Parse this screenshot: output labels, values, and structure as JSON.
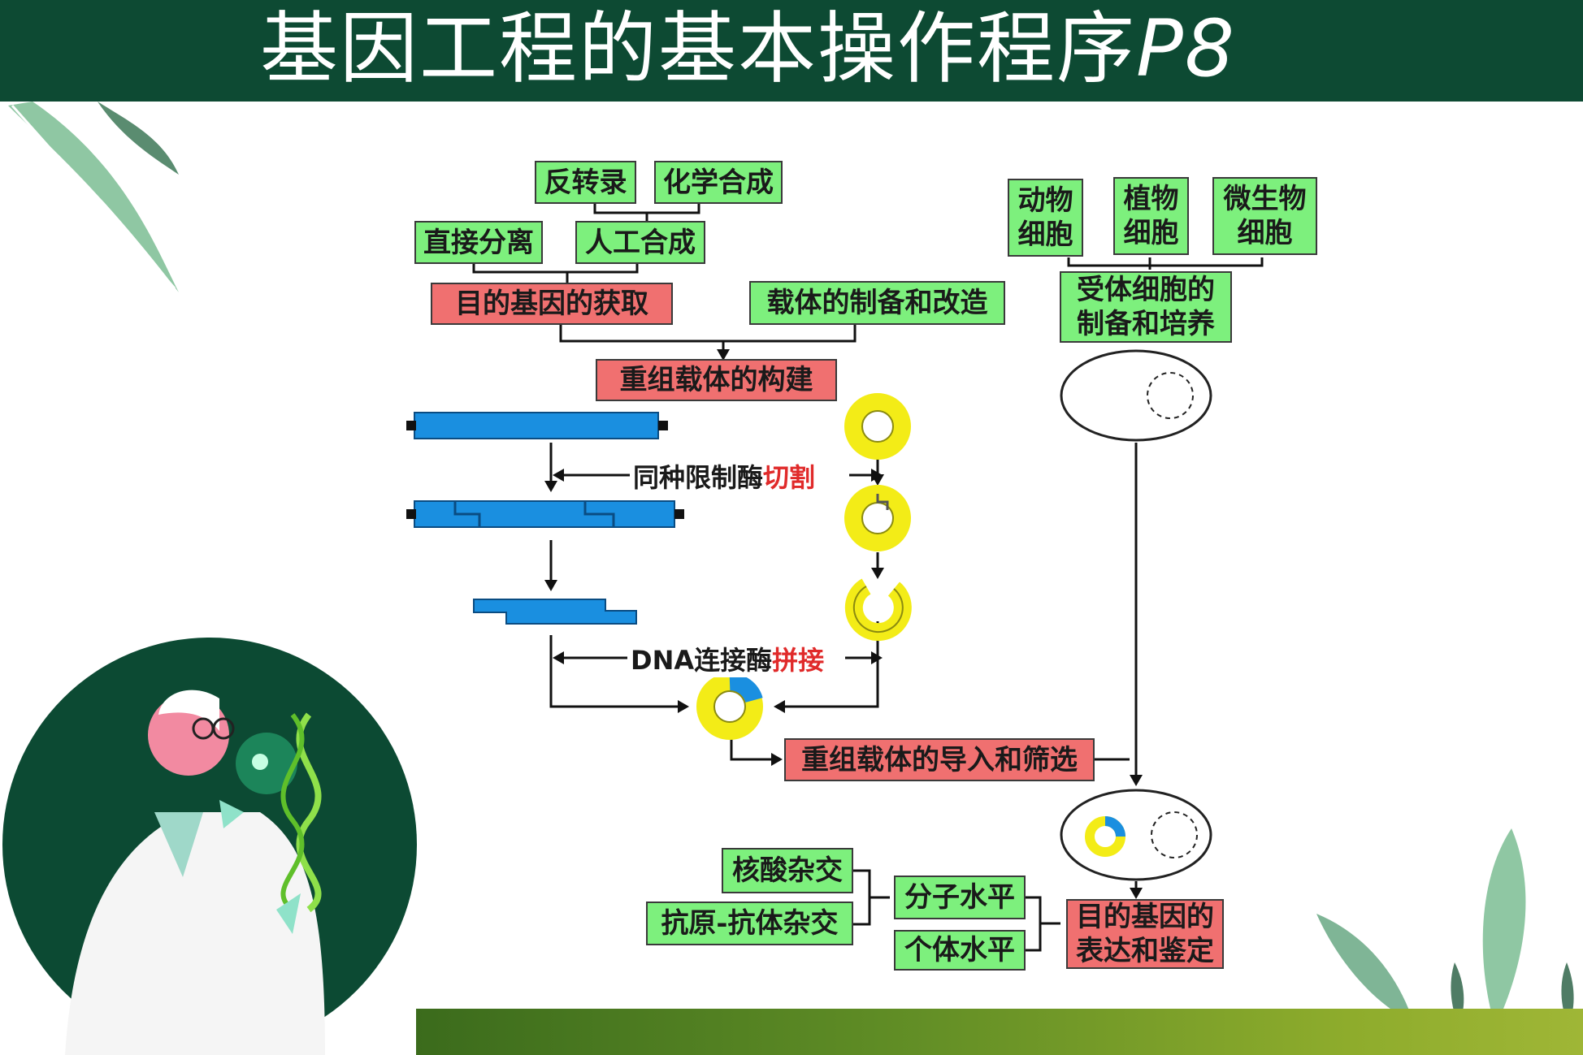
{
  "title": {
    "text": "基因工程的基本操作程序",
    "page": "P8"
  },
  "source_boxes": {
    "reverse_transcription": "反转录",
    "chemical_synthesis": "化学合成",
    "direct_isolation": "直接分离",
    "artificial_synthesis": "人工合成"
  },
  "main_steps": {
    "target_gene_acquisition": "目的基因的获取",
    "vector_preparation": "载体的制备和改造",
    "recombinant_construction": "重组载体的构建",
    "introduction_screening": "重组载体的导入和筛选",
    "expression_line1": "目的基因的",
    "expression_line2": "表达和鉴定"
  },
  "recipient_cells": {
    "animal_line1": "动物",
    "animal_line2": "细胞",
    "plant_line1": "植物",
    "plant_line2": "细胞",
    "microbe_line1": "微生物",
    "microbe_line2": "细胞",
    "prep_line1": "受体细胞的",
    "prep_line2": "制备和培养"
  },
  "enzyme_labels": {
    "restriction_prefix": "同种限制酶",
    "restriction_action": "切割",
    "ligase_prefix": "DNA连接酶",
    "ligase_action": "拼接"
  },
  "detection": {
    "nucleic_hybridization": "核酸杂交",
    "antigen_antibody": "抗原-抗体杂交",
    "molecular_level": "分子水平",
    "individual_level": "个体水平"
  },
  "colors": {
    "header": "#0d4a33",
    "green_box": "#7df07d",
    "red_box": "#f07070",
    "dna_blue": "#1a8fe0",
    "plasmid_yellow": "#f3ec17",
    "action_red": "#e02a2a"
  }
}
